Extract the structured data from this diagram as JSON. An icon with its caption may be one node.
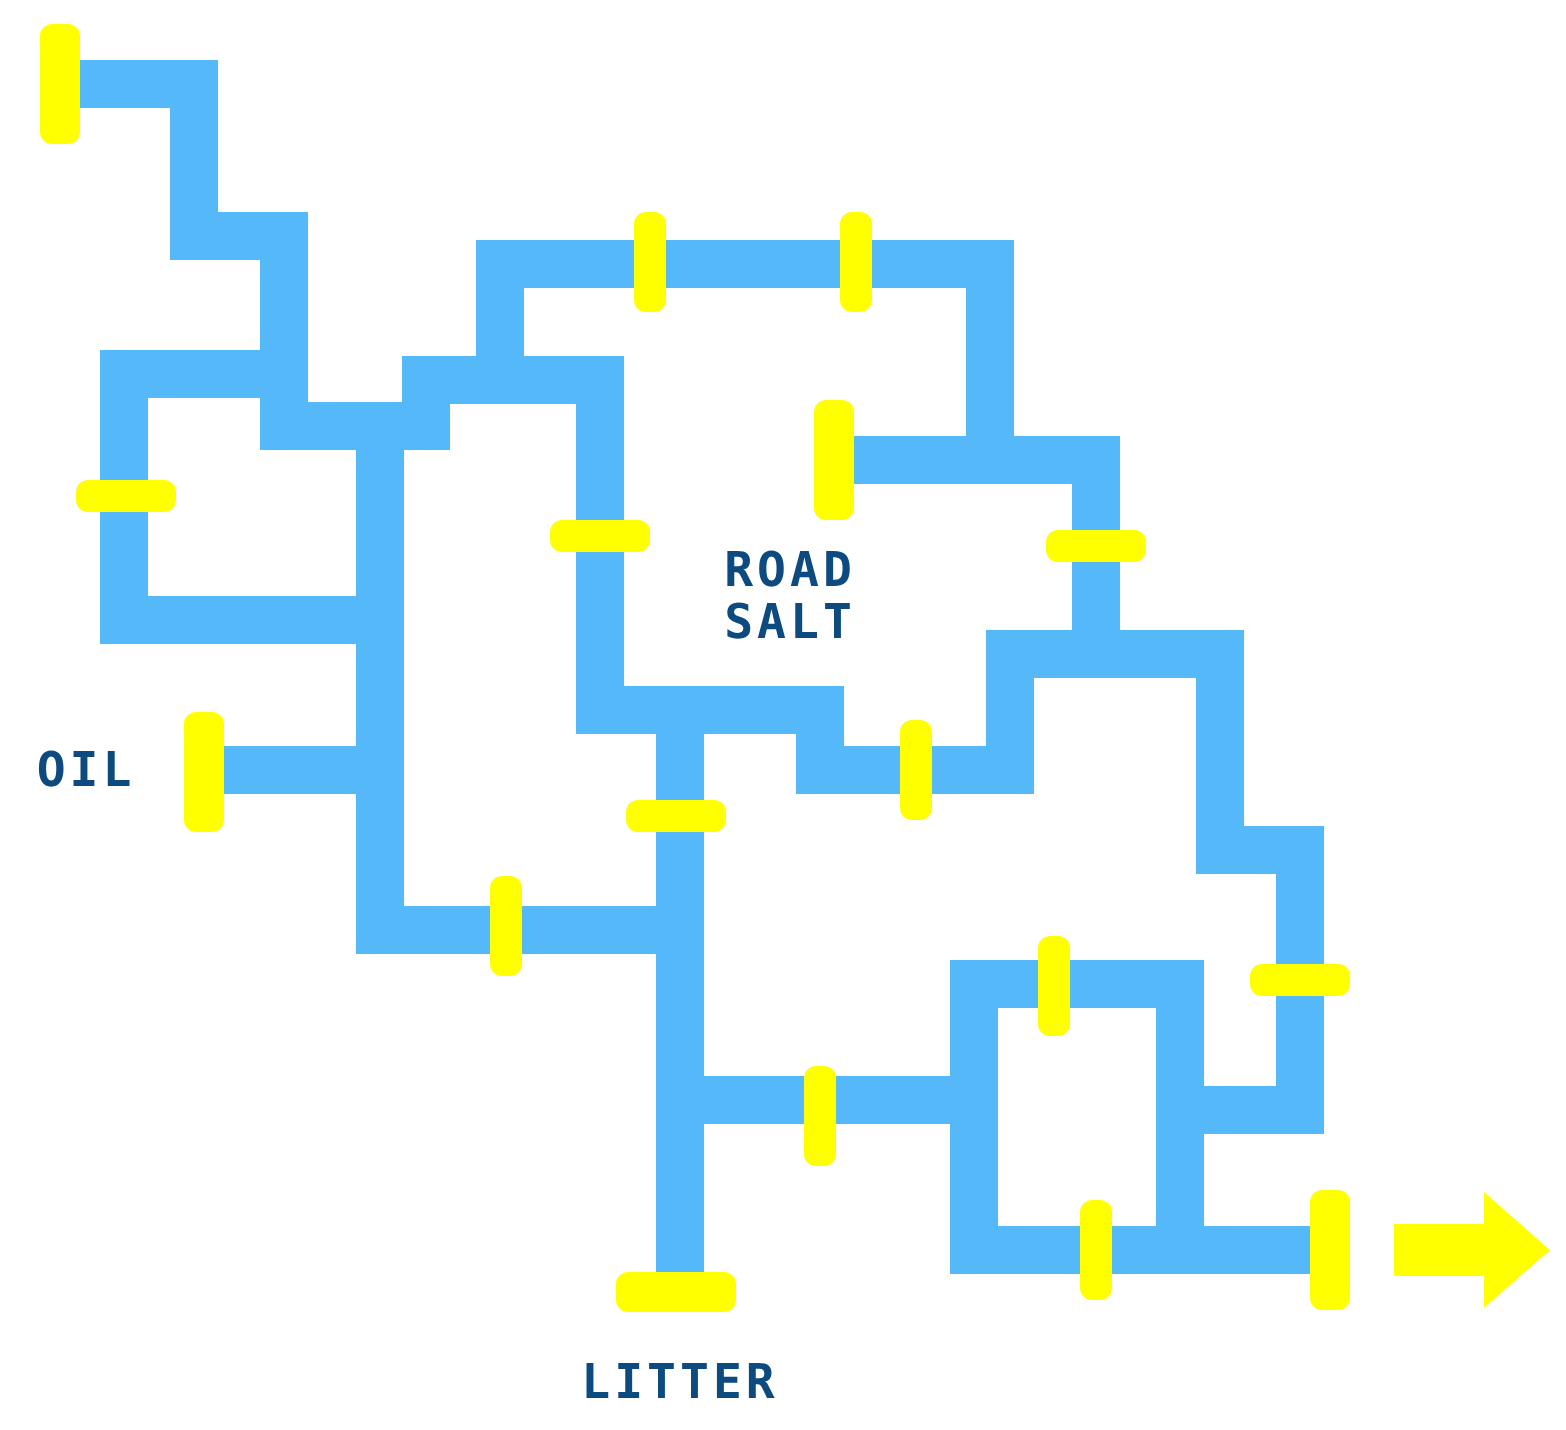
{
  "diagram": {
    "labels": [
      "ROAD SALT",
      "OIL",
      "LITTER"
    ]
  }
}
